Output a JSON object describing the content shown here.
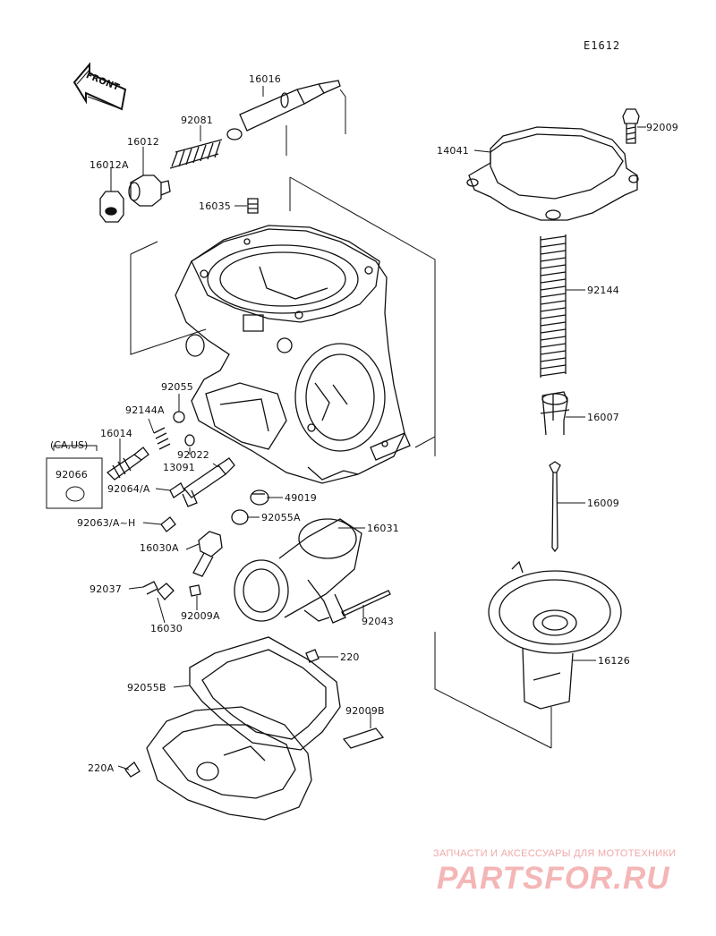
{
  "diagram_code": "E1612",
  "front_label": "FRONT",
  "region_note": "(CA,US)",
  "parts": {
    "p16016": "16016",
    "p92081": "92081",
    "p16012": "16012",
    "p16012A": "16012A",
    "p16035": "16035",
    "p14041": "14041",
    "p92009": "92009",
    "p92144": "92144",
    "p16007": "16007",
    "p16009": "16009",
    "p92055": "92055",
    "p92144A": "92144A",
    "p16014": "16014",
    "p92022": "92022",
    "p92066": "92066",
    "p13091": "13091",
    "p92064": "92064/A",
    "p49019": "49019",
    "p92055A": "92055A",
    "p92063": "92063/A~H",
    "p16031": "16031",
    "p16030A": "16030A",
    "p92037": "92037",
    "p92009A": "92009A",
    "p16030": "16030",
    "p92043": "92043",
    "p220": "220",
    "p16126": "16126",
    "p92055B": "92055B",
    "p92009B": "92009B",
    "p220A": "220A"
  },
  "watermark": {
    "tagline": "ЗАПЧАСТИ И АКСЕССУАРЫ ДЛЯ МОТОТЕХНИКИ",
    "brand": "PARTSFOR.RU",
    "brand_color": "#f4b6b6"
  }
}
